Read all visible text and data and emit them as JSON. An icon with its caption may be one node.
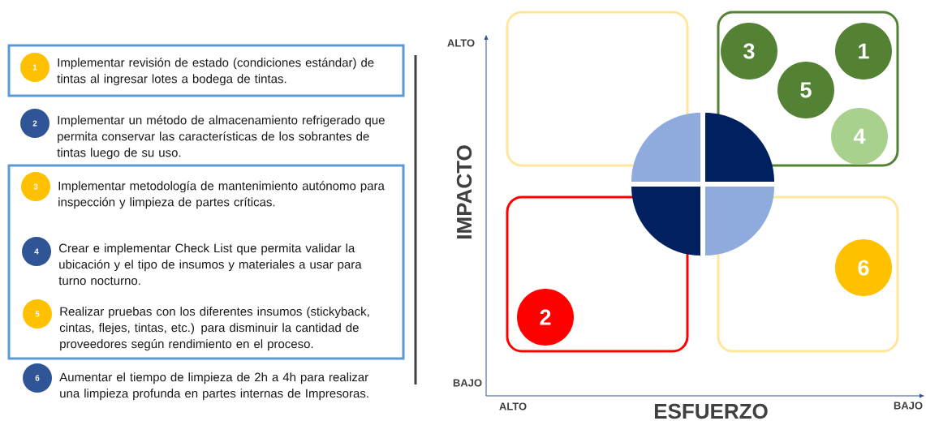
{
  "diagram": {
    "nodes": [
      {
        "text": [],
        "shape": "box"
      },
      {
        "text": [
          "1"
        ],
        "in": 0,
        "beside": [
          "Implementar revisión de estado (condiciones estándar) de tintas al ingresar lotes a bodega de tintas."
        ]
      },
      {
        "text": [
          "2"
        ],
        "beside": [
          "Implementar un método de almacenamiento refrigerado que permita conservar las características de los sobrantes de tintas luego de su uso."
        ]
      },
      {
        "text": [],
        "shape": "box"
      },
      {
        "text": [
          "3"
        ],
        "in": 3,
        "beside": [
          "Implementar metodología de mantenimiento autónomo para inspección y limpieza de partes críticas."
        ]
      },
      {
        "text": [
          "4"
        ],
        "in": 3,
        "beside": [
          "Crear e implementar Check List que permita validar la ubicación y el tipo de insumos y materiales a usar para turno nocturno."
        ]
      },
      {
        "text": [
          "5"
        ],
        "in": 3,
        "beside": [
          "Realizar pruebas con los diferentes insumos (stickyback, cintas, flejes, tintas, etc.) para disminuir la cantidad de proveedores según rendimiento en el proceso."
        ]
      },
      {
        "text": [
          "6"
        ],
        "beside": [
          "Aumentar el tiempo de limpieza de 2h a 4h para realizar una limpieza profunda en partes internas de Impresoras."
        ]
      },
      {
        "text": [],
        "shape": "box"
      },
      {
        "text": [],
        "shape": "box"
      },
      {
        "text": [
          "3"
        ],
        "in": 9
      },
      {
        "text": [
          "1"
        ],
        "in": 9
      },
      {
        "text": [
          "5"
        ],
        "in": 9
      },
      {
        "text": [
          "4"
        ],
        "in": 9
      },
      {
        "text": [],
        "shape": "box"
      },
      {
        "text": [
          "2"
        ],
        "in": 14
      },
      {
        "text": [],
        "shape": "box"
      },
      {
        "text": [
          "6"
        ],
        "in": 16
      }
    ],
    "labels": [
      "ALTO",
      "IMPACTO",
      "BAJO",
      "ALTO",
      "ESFUERZO",
      "BAJO"
    ]
  }
}
